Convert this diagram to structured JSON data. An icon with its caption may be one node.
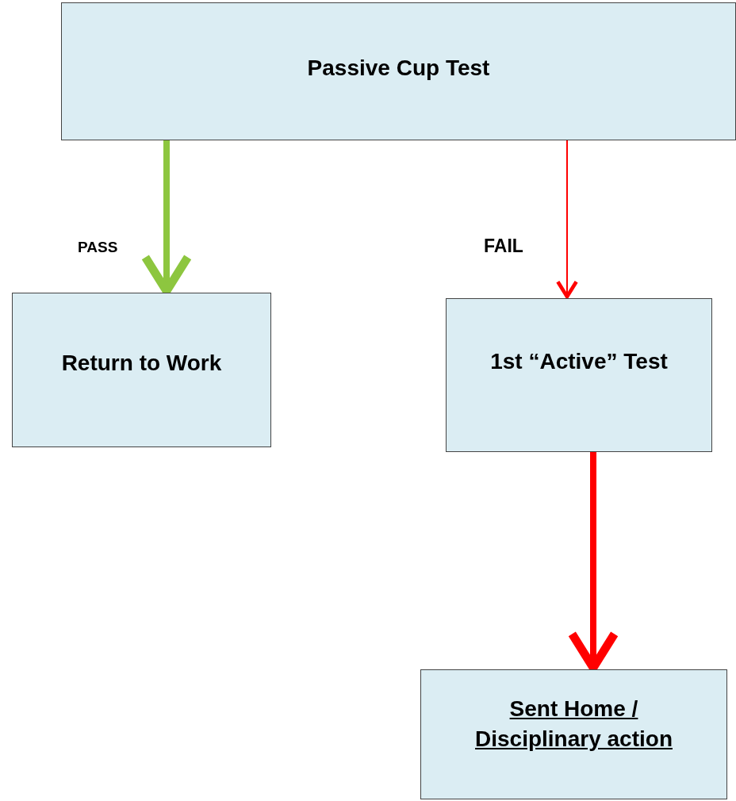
{
  "diagram": {
    "nodes": [
      {
        "text": [
          "Passive Cup Test"
        ]
      },
      {
        "text": [
          "Return to Work"
        ]
      },
      {
        "text": [
          "1st “Active” Test"
        ]
      },
      {
        "text": [
          "Sent Home / Disciplinary action"
        ]
      }
    ],
    "edges": [
      {
        "from": 0,
        "to": 1,
        "arrow": "to",
        "label": "PASS",
        "color": "#8dc63f"
      },
      {
        "from": 0,
        "to": 2,
        "arrow": "to",
        "label": "FAIL"
      },
      {
        "from": 2,
        "to": 3,
        "arrow": "to"
      }
    ]
  }
}
